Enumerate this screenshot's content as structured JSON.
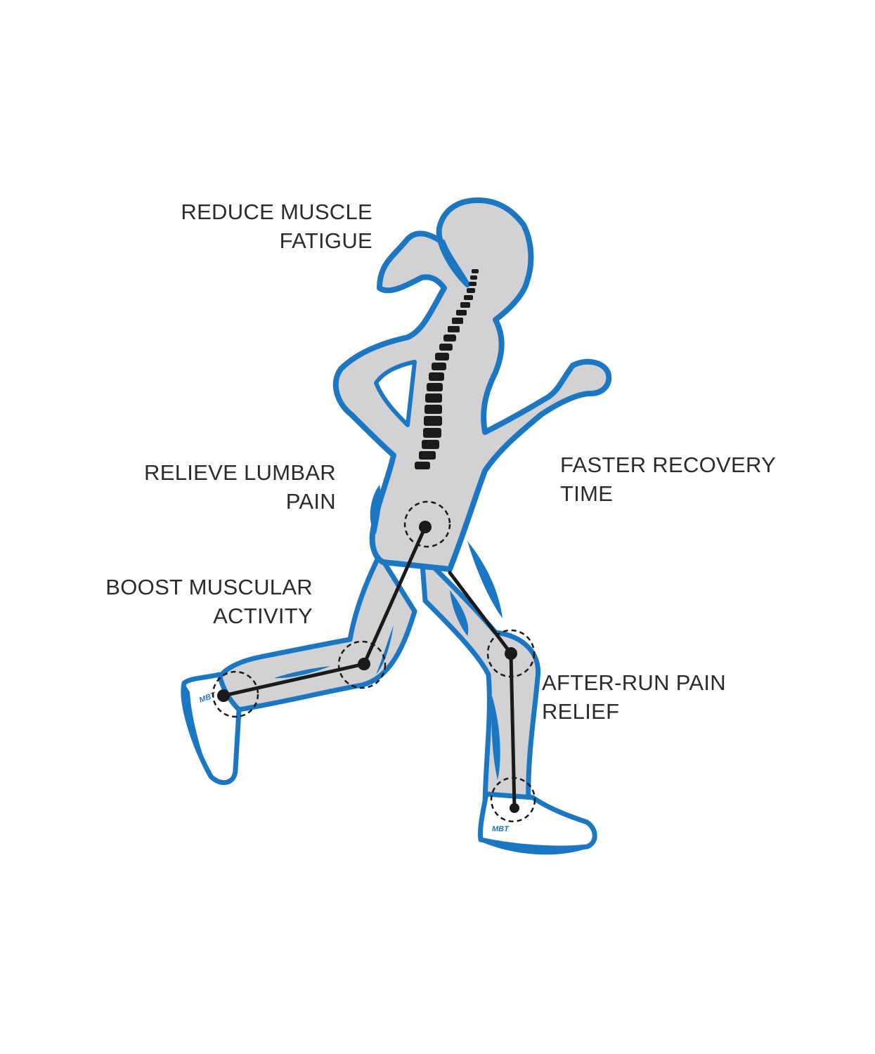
{
  "colors": {
    "outline": "#1c77c3",
    "body_fill": "#d2d2d4",
    "skeleton": "#1a1a1a",
    "shoe_fill": "#ffffff",
    "text": "#2b2b2b"
  },
  "labels": {
    "muscle_fatigue": [
      "REDUCE MUSCLE",
      "FATIGUE"
    ],
    "lumbar_pain": [
      "RELIEVE LUMBAR",
      "PAIN"
    ],
    "muscular_activity": [
      "BOOST MUSCULAR",
      "ACTIVITY"
    ],
    "recovery_time": [
      "FASTER RECOVERY",
      "TIME"
    ],
    "after_run": [
      "AFTER-RUN PAIN",
      "RELIEF"
    ]
  },
  "shoe_brand": "MBT"
}
